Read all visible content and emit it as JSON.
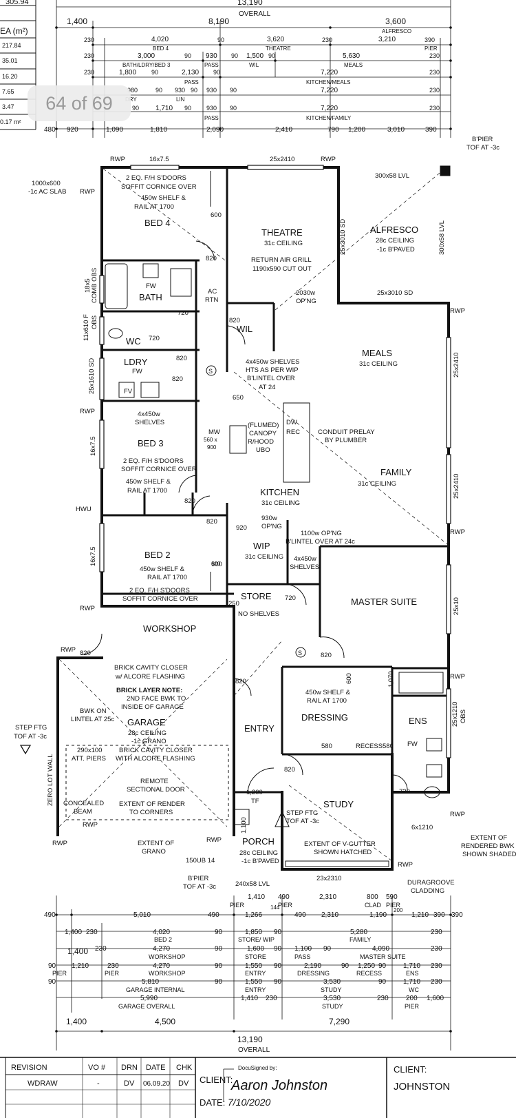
{
  "viewer": {
    "page_indicator": "64 of 69"
  },
  "area_schedule": {
    "total_top": "305.94",
    "header": "EA (m²)",
    "rows": [
      "217.84",
      "35.01",
      "16.20",
      "7.65",
      "3.47",
      "0.17 m²"
    ]
  },
  "top_dims": [
    {
      "parts": [
        "13,190"
      ]
    },
    {
      "parts": [
        "OVERALL"
      ]
    },
    {
      "parts": [
        "1,400",
        "8,190",
        "3,600"
      ]
    },
    {
      "parts": [
        "ALFRESCO"
      ]
    },
    {
      "parts": [
        "230",
        "4,020",
        "90",
        "3,620",
        "230",
        "3,210",
        "390"
      ]
    },
    {
      "parts": [
        "BED 4",
        "THEATRE",
        "PIER"
      ]
    },
    {
      "parts": [
        "230",
        "3,000",
        "90",
        "930",
        "90",
        "1,500",
        "90",
        "5,630",
        "230"
      ]
    },
    {
      "parts": [
        "BATH/LDRY/BED 3",
        "PASS",
        "WIL",
        "MEALS"
      ]
    },
    {
      "parts": [
        "230",
        "1,800",
        "90",
        "2,130",
        "90",
        "7,220",
        "230"
      ]
    },
    {
      "parts": [
        "PASS",
        "KITCHEN/MEALS"
      ]
    },
    {
      "parts": [
        "980",
        "90",
        "930",
        "90",
        "930",
        "90",
        "7,220",
        "230"
      ]
    },
    {
      "parts": [
        "DRY",
        "LIN"
      ]
    },
    {
      "parts": [
        "90",
        "1,710",
        "90",
        "930",
        "90",
        "7,220",
        "230"
      ]
    },
    {
      "parts": [
        "PASS",
        "KITCHEN/FAMILY"
      ]
    },
    {
      "parts": [
        "480",
        "920",
        "1,090",
        "1,810",
        "2,090",
        "2,410",
        "790",
        "1,200",
        "3,010",
        "390"
      ]
    }
  ],
  "bottom_dims": [
    {
      "parts": [
        "390",
        "PIER",
        "1,410",
        "490",
        "2,310",
        "800",
        "590"
      ]
    },
    {
      "parts": [
        "PIER",
        "CLAD",
        "PIER"
      ]
    },
    {
      "parts": [
        "490",
        "5,010",
        "490",
        "1,266",
        "144",
        "490",
        "2,310",
        "1,190",
        "200",
        "1,210",
        "390"
      ]
    },
    {
      "parts": [
        "1,400",
        "230",
        "4,020",
        "90",
        "1,850",
        "90",
        "5,280",
        "230"
      ]
    },
    {
      "parts": [
        "BED 2",
        "STORE/ WIP",
        "FAMILY"
      ]
    },
    {
      "parts": [
        "1,400",
        "230",
        "4,270",
        "90",
        "1,600",
        "90",
        "1,100",
        "90",
        "4,090",
        "230"
      ]
    },
    {
      "parts": [
        "WORKSHOP",
        "STORE",
        "PASS",
        "MASTER SUITE"
      ]
    },
    {
      "parts": [
        "90",
        "1,210",
        "230",
        "4,270",
        "90",
        "1,550",
        "90",
        "2,190",
        "90",
        "1,250",
        "90",
        "1,710",
        "230"
      ]
    },
    {
      "parts": [
        "PIER",
        "PIER",
        "WORKSHOP",
        "ENTRY",
        "DRESSING",
        "RECESS",
        "ENS"
      ]
    },
    {
      "parts": [
        "90",
        "5,810",
        "90",
        "1,550",
        "90",
        "3,530",
        "90",
        "1,710",
        "230"
      ]
    },
    {
      "parts": [
        "GARAGE INTERNAL",
        "ENTRY",
        "STUDY",
        "WC"
      ]
    },
    {
      "parts": [
        "5,990",
        "1,410",
        "230",
        "3,530",
        "230",
        "200",
        "1,600"
      ]
    },
    {
      "parts": [
        "GARAGE OVERALL",
        "STUDY",
        "PIER"
      ]
    },
    {
      "parts": [
        "1,400",
        "4,500",
        "7,290"
      ]
    },
    {
      "parts": [
        "13,190"
      ]
    },
    {
      "parts": [
        "OVERALL"
      ]
    }
  ],
  "rooms": [
    {
      "name": "BED 4",
      "notes": [
        "2 EQ. F/H S'DOORS",
        "SOFFIT CORNICE OVER",
        "450w SHELF &",
        "RAIL AT 1700"
      ]
    },
    {
      "name": "THEATRE",
      "notes": [
        "31c CEILING",
        "RETURN AIR GRILL",
        "1190x590 CUT OUT",
        "2030w",
        "OP'NG"
      ]
    },
    {
      "name": "ALFRESCO",
      "notes": [
        "28c CEILING",
        "-1c B'PAVED",
        "300x58 LVL",
        "25x3010 SD",
        "300x58 LVL",
        "25x3010 SD"
      ]
    },
    {
      "name": "BATH",
      "notes": [
        "FW",
        "720"
      ]
    },
    {
      "name": "WC",
      "notes": [
        "720"
      ]
    },
    {
      "name": "LDRY",
      "notes": [
        "FW",
        "FV",
        "820",
        "820"
      ]
    },
    {
      "name": "WIL",
      "notes": [
        "820"
      ]
    },
    {
      "name": "MEALS",
      "notes": [
        "31c CEILING",
        "4x450w SHELVES",
        "HTS AS PER WIP",
        "B'LINTEL OVER",
        "AT 24"
      ]
    },
    {
      "name": "BED 3",
      "notes": [
        "4x450w",
        "SHELVES",
        "2 EQ. F/H S'DOORS",
        "SOFFIT CORNICE OVER",
        "450w SHELF &",
        "RAIL AT 1700",
        "820"
      ]
    },
    {
      "name": "KITCHEN",
      "notes": [
        "31c CEILING",
        "(FLUMED)",
        "CANOPY",
        "R/HOOD",
        "UBO",
        "DW",
        "REC",
        "930w",
        "OP'NG"
      ]
    },
    {
      "name": "FAMILY",
      "notes": [
        "31c CEILING",
        "CONDUIT PRELAY",
        "BY PLUMBER",
        "1100w OP'NG",
        "B'LINTEL OVER AT 24c"
      ]
    },
    {
      "name": "WIP",
      "notes": [
        "31c CEILING",
        "4x450w",
        "SHELVES",
        "920"
      ]
    },
    {
      "name": "BED 2",
      "notes": [
        "450w SHELF &",
        "RAIL AT 1700",
        "2 EQ. F/H S'DOORS",
        "SOFFIT CORNICE OVER",
        "600"
      ]
    },
    {
      "name": "STORE",
      "notes": [
        "NO SHELVES",
        "720",
        "250"
      ]
    },
    {
      "name": "MASTER SUITE",
      "notes": [
        "820"
      ]
    },
    {
      "name": "WORKSHOP",
      "notes": []
    },
    {
      "name": "GARAGE",
      "notes": [
        "BRICK CAVITY CLOSER",
        "w/ ALCORE FLASHING",
        "BRICK LAYER NOTE:",
        "2ND FACE BWK TO",
        "INSIDE OF GARAGE",
        "28c CEILING",
        "-1c GRANO",
        "BRICK CAVITY CLOSER",
        "WITH ALCORE FLASHING",
        "REMOTE",
        "SECTIONAL DOOR",
        "EXTENT OF RENDER",
        "TO CORNERS",
        "BWK ON",
        "LINTEL AT 25c",
        "290x100",
        "ATT. PIERS",
        "CONCEALED",
        "BEAM"
      ]
    },
    {
      "name": "ENTRY",
      "notes": [
        "820",
        "1,200",
        "TF"
      ]
    },
    {
      "name": "DRESSING",
      "notes": [
        "450w SHELF &",
        "RAIL AT 1700",
        "RECESS",
        "600",
        "580",
        "580"
      ]
    },
    {
      "name": "ENS",
      "notes": [
        "FW",
        "720",
        "1,070"
      ]
    },
    {
      "name": "STUDY",
      "notes": [
        "STEP FTG",
        "TOF AT -3c",
        "EXTENT OF V-GUTTER",
        "SHOWN HATCHED",
        "820"
      ]
    },
    {
      "name": "PORCH",
      "notes": [
        "28c CEILING",
        "-1c B'PAVED",
        "1,100"
      ]
    }
  ],
  "callouts": [
    {
      "lines": [
        "1000x600",
        "-1c AC SLAB"
      ]
    },
    {
      "lines": [
        "B'PIER",
        "TOF AT -3c"
      ]
    },
    {
      "lines": [
        "STEP FTG",
        "TOF AT -3c"
      ]
    },
    {
      "lines": [
        "ZERO LOT WALL"
      ]
    },
    {
      "lines": [
        "EXTENT OF",
        "GRANO"
      ]
    },
    {
      "lines": [
        "150UB 14"
      ]
    },
    {
      "lines": [
        "B'PIER",
        "TOF AT -3c"
      ]
    },
    {
      "lines": [
        "240x58 LVL"
      ]
    },
    {
      "lines": [
        "23x2310"
      ]
    },
    {
      "lines": [
        "DURAGROOVE",
        "CLADDING"
      ]
    },
    {
      "lines": [
        "EXTENT OF",
        "RENDERED BWK",
        "SHOWN SHADED"
      ]
    },
    {
      "lines": [
        "6x1210"
      ]
    },
    {
      "lines": [
        "RWP",
        "RWP",
        "RWP",
        "RWP",
        "RWP",
        "RWP",
        "RWP",
        "RWP",
        "RWP",
        "RWP",
        "RWP",
        "RWP",
        "RWP",
        "RWP",
        "HWU",
        "MW",
        "560 x",
        "900",
        "AC",
        "RTN",
        "S",
        "S",
        "16x7.5",
        "25x2410",
        "18x5",
        "COMB OBS",
        "11x610 F",
        "OBS",
        "25x1610 SD",
        "16x7.5",
        "16x7.5",
        "25x2410",
        "25x2410",
        "25x10",
        "25x1210",
        "OBS",
        "820",
        "820",
        "600",
        "600",
        "650",
        "820"
      ]
    }
  ],
  "title_block": {
    "headers": [
      "REVISION",
      "VO #",
      "DRN",
      "DATE",
      "CHK"
    ],
    "row": [
      "WDRAW",
      "-",
      "DV",
      "06.09.20",
      "DV"
    ],
    "client_label": "CLIENT:",
    "docusigned": "DocuSigned by:",
    "signature": "Aaron Johnston",
    "date_label": "DATE:",
    "date_value": "7/10/2020",
    "client_label_right": "CLIENT:",
    "client_name": "JOHNSTON"
  },
  "colors": {
    "ink": "#111111",
    "page": "#ffffff",
    "pager_bg": "#ececec",
    "pager_text": "#9a9a9a"
  }
}
